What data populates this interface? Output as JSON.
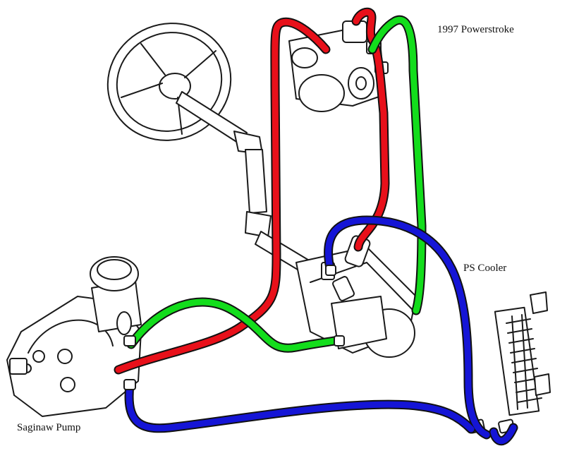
{
  "labels": {
    "title": "1997 Powerstroke",
    "cooler": "PS Cooler",
    "pump": "Saginaw Pump"
  },
  "colors": {
    "pressure_line": "#e8101a",
    "return_line": "#13dd1c",
    "cooler_line": "#1515d6"
  }
}
